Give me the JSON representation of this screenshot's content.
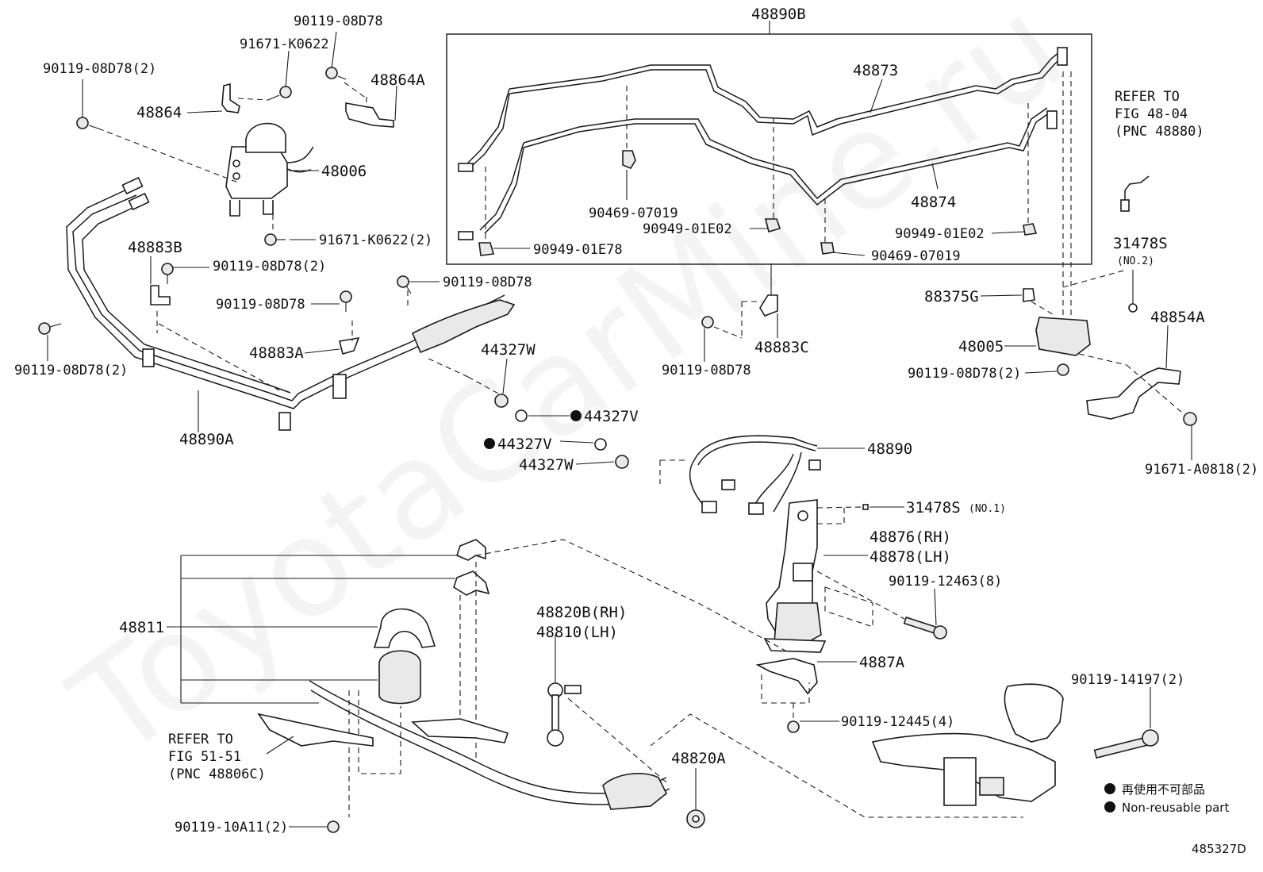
{
  "watermark": "ToyotaCarMine.ru",
  "diagram_id": "485327D",
  "legend": [
    {
      "text": "再使用不可部品"
    },
    {
      "text": "Non-reusable part"
    }
  ],
  "labels": {
    "p48890B": "48890B",
    "p48873": "48873",
    "p48874": "48874",
    "p90469_07019_a": "90469-07019",
    "p90469_07019_b": "90469-07019",
    "p90949_01E02_a": "90949-01E02",
    "p90949_01E02_b": "90949-01E02",
    "p90949_01E78": "90949-01E78",
    "p90119_08D78_top": "90119-08D78",
    "p91671_K0622": "91671-K0622",
    "p90119_08D78_2_tl": "90119-08D78(2)",
    "p48864A": "48864A",
    "p48864": "48864",
    "p48006": "48006",
    "p91671_K0622_2": "91671-K0622(2)",
    "p48883B": "48883B",
    "p90119_08D78_2_b": "90119-08D78(2)",
    "p90119_08D78_m": "90119-08D78",
    "p90119_08D78_c": "90119-08D78",
    "p90119_08D78_2_l": "90119-08D78(2)",
    "p48883A": "48883A",
    "p44327W_a": "44327W",
    "p44327V_a": "44327V",
    "p44327V_b": "44327V",
    "p44327W_b": "44327W",
    "p48890A": "48890A",
    "p48890": "48890",
    "p90119_08D78_r": "90119-08D78",
    "p48883C": "48883C",
    "p31478S_2": "31478S",
    "p31478S_2_sub": "(NO.2)",
    "p88375G": "88375G",
    "p48854A": "48854A",
    "p48005": "48005",
    "p90119_08D78_2_r": "90119-08D78(2)",
    "p91671_A0818": "91671-A0818(2)",
    "p31478S_1": "31478S",
    "p31478S_1_sub": "(NO.1)",
    "p48876": "48876(RH)",
    "p48878": "48878(LH)",
    "p90119_12463": "90119-12463(8)",
    "p4887A": "4887A",
    "p90119_12445": "90119-12445(4)",
    "p90119_14197": "90119-14197(2)",
    "p48811": "48811",
    "p48820B": "48820B(RH)",
    "p48810": "48810(LH)",
    "p48820A": "48820A",
    "p90119_10A11": "90119-10A11(2)"
  },
  "refs": {
    "fig48": [
      "REFER TO",
      "FIG 48-04",
      "(PNC 48880)"
    ],
    "fig51": [
      "REFER TO",
      "FIG 51-51",
      "(PNC 48806C)"
    ]
  }
}
